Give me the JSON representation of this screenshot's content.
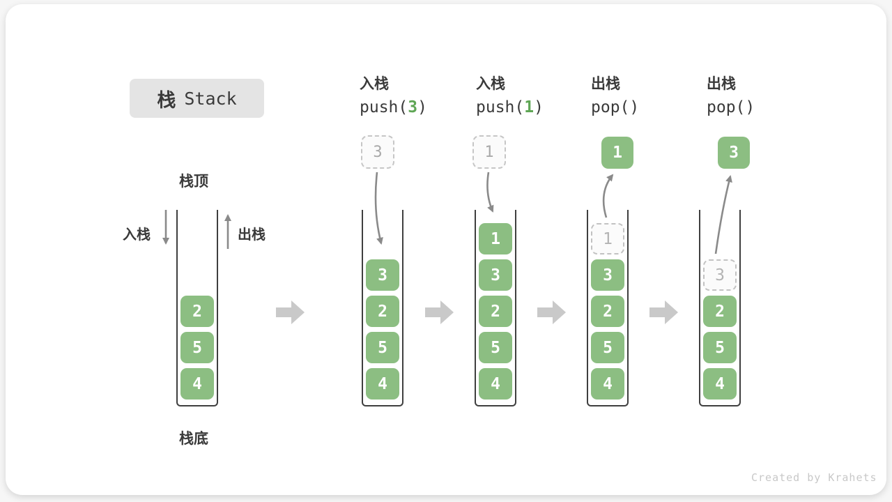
{
  "title": {
    "zh": "栈",
    "en": "Stack"
  },
  "labels": {
    "stack_top": "栈顶",
    "stack_bottom": "栈底",
    "push_side": "入栈",
    "pop_side": "出栈"
  },
  "operations": [
    {
      "label": "入栈",
      "code_pre": "push(",
      "code_arg": "3",
      "code_post": ")"
    },
    {
      "label": "入栈",
      "code_pre": "push(",
      "code_arg": "1",
      "code_post": ")"
    },
    {
      "label": "出栈",
      "code_pre": "pop(",
      "code_arg": "",
      "code_post": ")"
    },
    {
      "label": "出栈",
      "code_pre": "pop(",
      "code_arg": "",
      "code_post": ")"
    }
  ],
  "floats": [
    {
      "value": "3",
      "style": "dashed"
    },
    {
      "value": "1",
      "style": "dashed"
    },
    {
      "value": "1",
      "style": "solid"
    },
    {
      "value": "3",
      "style": "solid"
    }
  ],
  "stacks": [
    {
      "elements": [
        {
          "v": "2",
          "style": "solid"
        },
        {
          "v": "5",
          "style": "solid"
        },
        {
          "v": "4",
          "style": "solid"
        }
      ]
    },
    {
      "elements": [
        {
          "v": "3",
          "style": "solid"
        },
        {
          "v": "2",
          "style": "solid"
        },
        {
          "v": "5",
          "style": "solid"
        },
        {
          "v": "4",
          "style": "solid"
        }
      ]
    },
    {
      "elements": [
        {
          "v": "1",
          "style": "solid"
        },
        {
          "v": "3",
          "style": "solid"
        },
        {
          "v": "2",
          "style": "solid"
        },
        {
          "v": "5",
          "style": "solid"
        },
        {
          "v": "4",
          "style": "solid"
        }
      ]
    },
    {
      "elements": [
        {
          "v": "1",
          "style": "ghost"
        },
        {
          "v": "3",
          "style": "solid"
        },
        {
          "v": "2",
          "style": "solid"
        },
        {
          "v": "5",
          "style": "solid"
        },
        {
          "v": "4",
          "style": "solid"
        }
      ]
    },
    {
      "elements": [
        {
          "v": "3",
          "style": "ghost"
        },
        {
          "v": "2",
          "style": "solid"
        },
        {
          "v": "5",
          "style": "solid"
        },
        {
          "v": "4",
          "style": "solid"
        }
      ]
    }
  ],
  "watermark": "Created by Krahets",
  "colors": {
    "element_green": "#8cbe82",
    "code_arg_green": "#5fa655",
    "arrow_gray": "#8a8a8a",
    "block_arrow_gray": "#c9c9c9",
    "title_bg": "#e4e4e4",
    "text_dark": "#3a3a3a",
    "ghost_border": "#c2c2c2",
    "ghost_text": "#b3b3b3"
  }
}
